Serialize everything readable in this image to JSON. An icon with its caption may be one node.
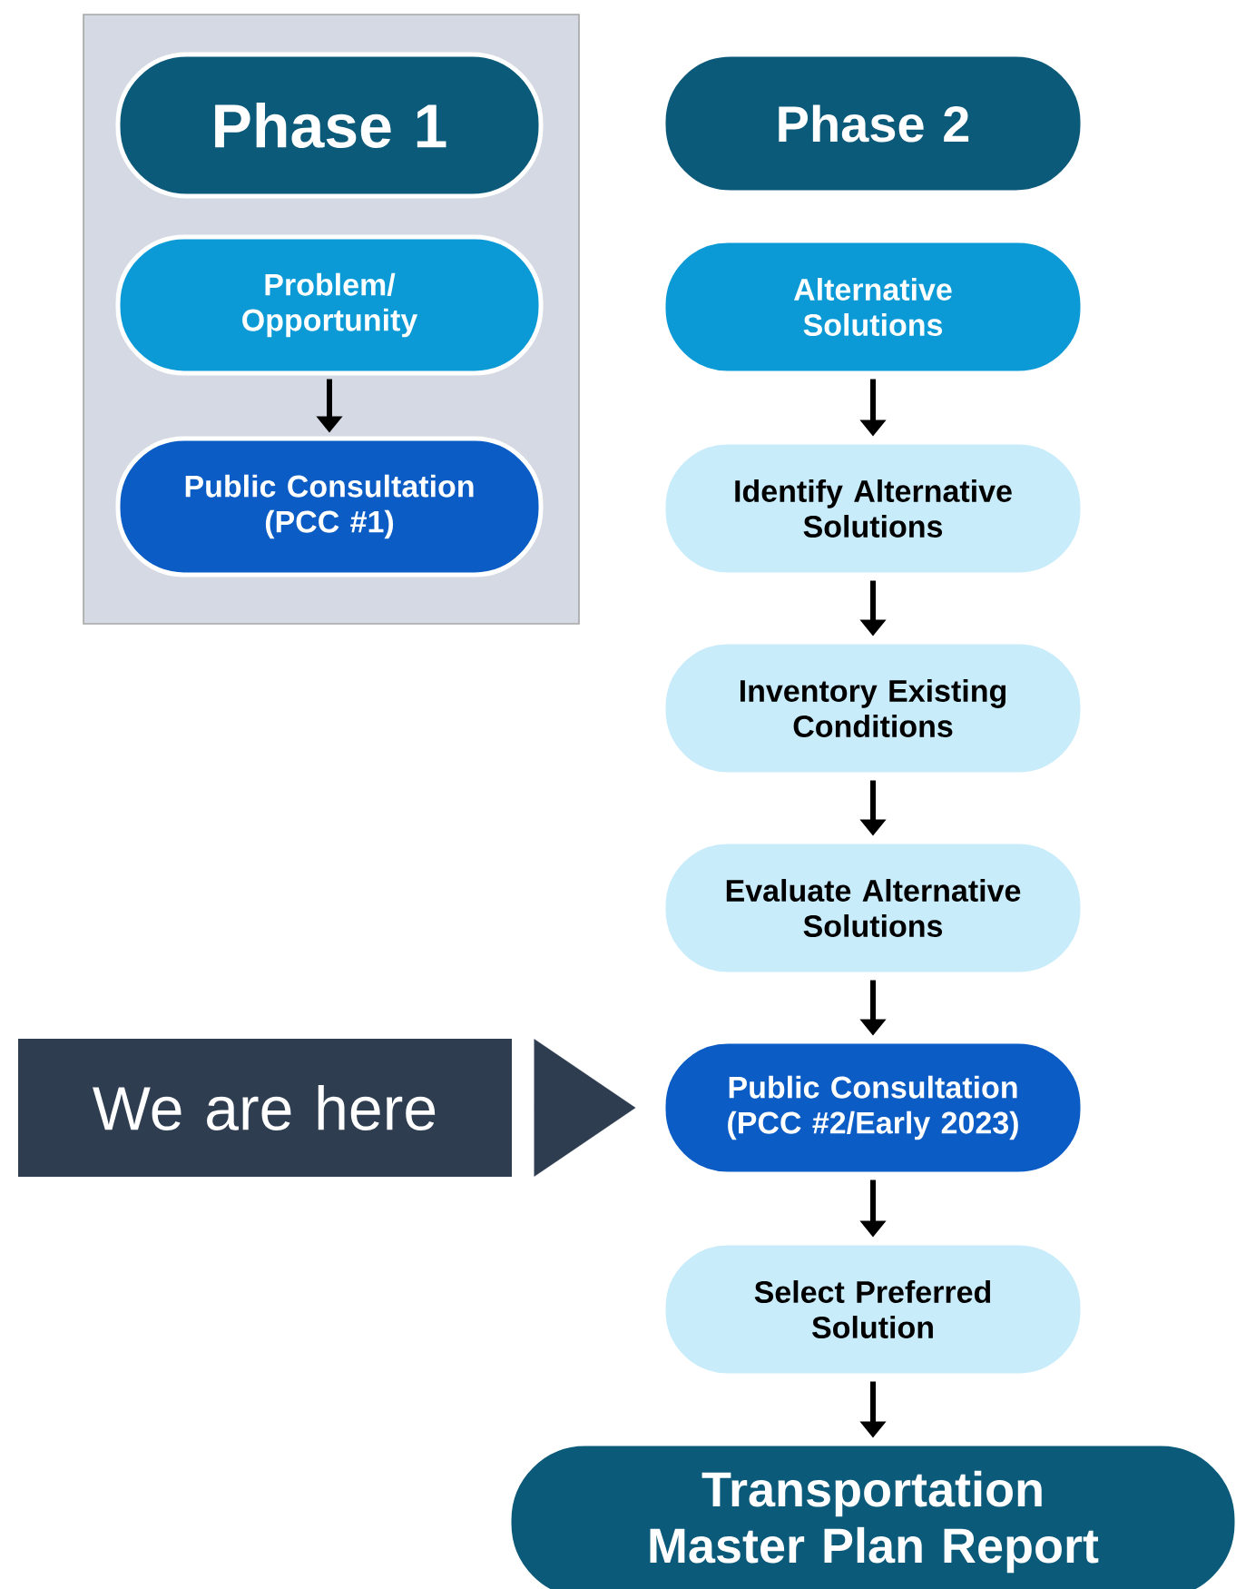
{
  "diagram": {
    "nodes": [
      {
        "text": [],
        "shape": "box"
      },
      {
        "text": [
          "Phase 1"
        ],
        "in": 0
      },
      {
        "text": [
          "Problem/ Opportunity"
        ],
        "in": 0
      },
      {
        "text": [
          "Public Consultation (PCC #1)"
        ],
        "in": 0
      },
      {
        "text": [
          "Phase 2"
        ]
      },
      {
        "text": [
          "Alternative Solutions"
        ]
      },
      {
        "text": [
          "Identify Alternative Solutions"
        ]
      },
      {
        "text": [
          "Inventory Existing Conditions"
        ]
      },
      {
        "text": [
          "Evaluate Alternative Solutions"
        ]
      },
      {
        "text": [
          "Public Consultation (PCC #2/Early 2023)"
        ]
      },
      {
        "text": [
          "Select Preferred Solution"
        ]
      },
      {
        "text": [
          "Transportation Master Plan Report"
        ]
      },
      {
        "text": [
          "We are here"
        ]
      }
    ],
    "edges": [
      {
        "from": 2,
        "to": 3,
        "arrow": "to"
      },
      {
        "from": 5,
        "to": 6,
        "arrow": "to"
      },
      {
        "from": 6,
        "to": 7,
        "arrow": "to"
      },
      {
        "from": 7,
        "to": 8,
        "arrow": "to"
      },
      {
        "from": 8,
        "to": 9,
        "arrow": "to"
      },
      {
        "from": 9,
        "to": 10,
        "arrow": "to"
      },
      {
        "from": 10,
        "to": 11,
        "arrow": "to"
      },
      {
        "from": 12,
        "to": 9,
        "arrow": "to",
        "color": "#2f3d50"
      }
    ]
  }
}
